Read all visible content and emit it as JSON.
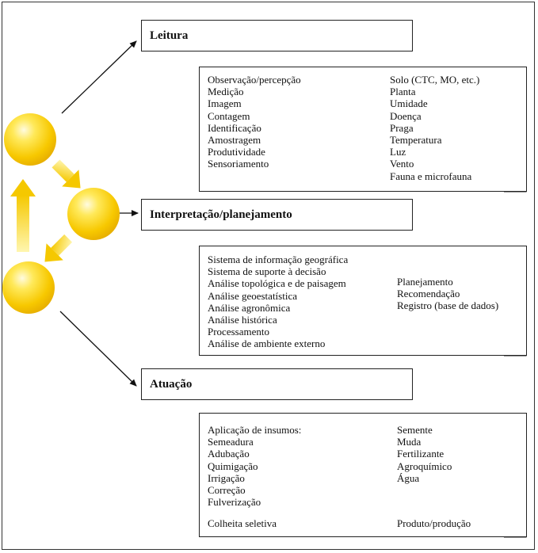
{
  "sections": [
    {
      "title": "Leitura",
      "left": [
        "Observação/percepção",
        "Medição",
        "Imagem",
        "Contagem",
        "Identificação",
        "Amostragem",
        "Produtividade",
        "Sensoriamento"
      ],
      "right": [
        "Solo (CTC, MO, etc.)",
        "Planta",
        "Umidade",
        "Doença",
        "Praga",
        "Temperatura",
        "Luz",
        "Vento",
        "Fauna e microfauna"
      ]
    },
    {
      "title": "Interpretação/planejamento",
      "left": [
        "Sistema de informação geográfica",
        "Sistema de suporte à decisão",
        "Análise topológica e de paisagem",
        "Análise geoestatística",
        "Análise agronômica",
        "Análise histórica",
        "Processamento",
        "Análise de ambiente externo"
      ],
      "right": [
        "Planejamento",
        "Recomendação",
        "Registro (base de dados)"
      ]
    },
    {
      "title": "Atuação",
      "left": [
        "Aplicação de insumos:",
        "Semeadura",
        "Adubação",
        "Quimigação",
        "Irrigação",
        "Correção",
        "Fulverização"
      ],
      "right": [
        "Semente",
        "Muda",
        "Fertilizante",
        "Agroquímico",
        "Água"
      ],
      "footer_left": "Colheita seletiva",
      "footer_right": "Produto/produção"
    }
  ],
  "icons": {
    "cycle": "sphere-cycle-icon",
    "flow": "hollow-arrow-icon"
  },
  "colors": {
    "sphere": "#f7c800",
    "cycle_arrow": "#f5c800"
  }
}
